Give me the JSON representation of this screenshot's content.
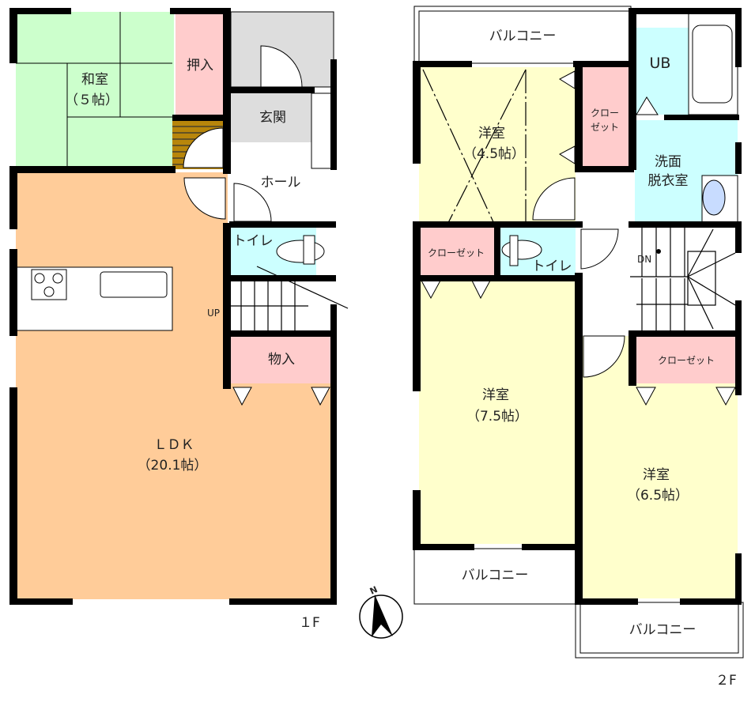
{
  "floor1": {
    "label": "１F",
    "rooms": {
      "washitsu": {
        "name": "和室",
        "size": "（５帖）"
      },
      "oshiire": "押入",
      "genkan": "玄関",
      "hall": "ホール",
      "toilet": "トイレ",
      "monoire": "物入",
      "ldk": {
        "name": "ＬＤＫ",
        "size": "（20.1帖）"
      }
    },
    "stairs_label": "UP"
  },
  "floor2": {
    "label": "２F",
    "rooms": {
      "youshitsu_a": {
        "name": "洋室",
        "size": "（4.5帖）"
      },
      "closet_top": {
        "line1": "クロー",
        "line2": "ゼット"
      },
      "ub": "UB",
      "senmen": {
        "line1": "洗面",
        "line2": "脱衣室"
      },
      "closet_left": "クローゼット",
      "toilet": "トイレ",
      "youshitsu_b": {
        "name": "洋室",
        "size": "（7.5帖）"
      },
      "closet_right": "クローゼット",
      "youshitsu_c": {
        "name": "洋室",
        "size": "（6.5帖）"
      },
      "balcony_top": "バルコニー",
      "balcony_bottom_left": "バルコニー",
      "balcony_bottom_right": "バルコニー"
    },
    "stairs_label": "DN"
  },
  "compass": {
    "north_label": "N"
  },
  "colors": {
    "washitsu": "#ccffcc",
    "storage": "#ffcccc",
    "ldk": "#ffcc99",
    "entrance": "#dddddd",
    "wet_area": "#ccffff",
    "western_room": "#ffffcc",
    "stair_tread": "#b8860b"
  }
}
